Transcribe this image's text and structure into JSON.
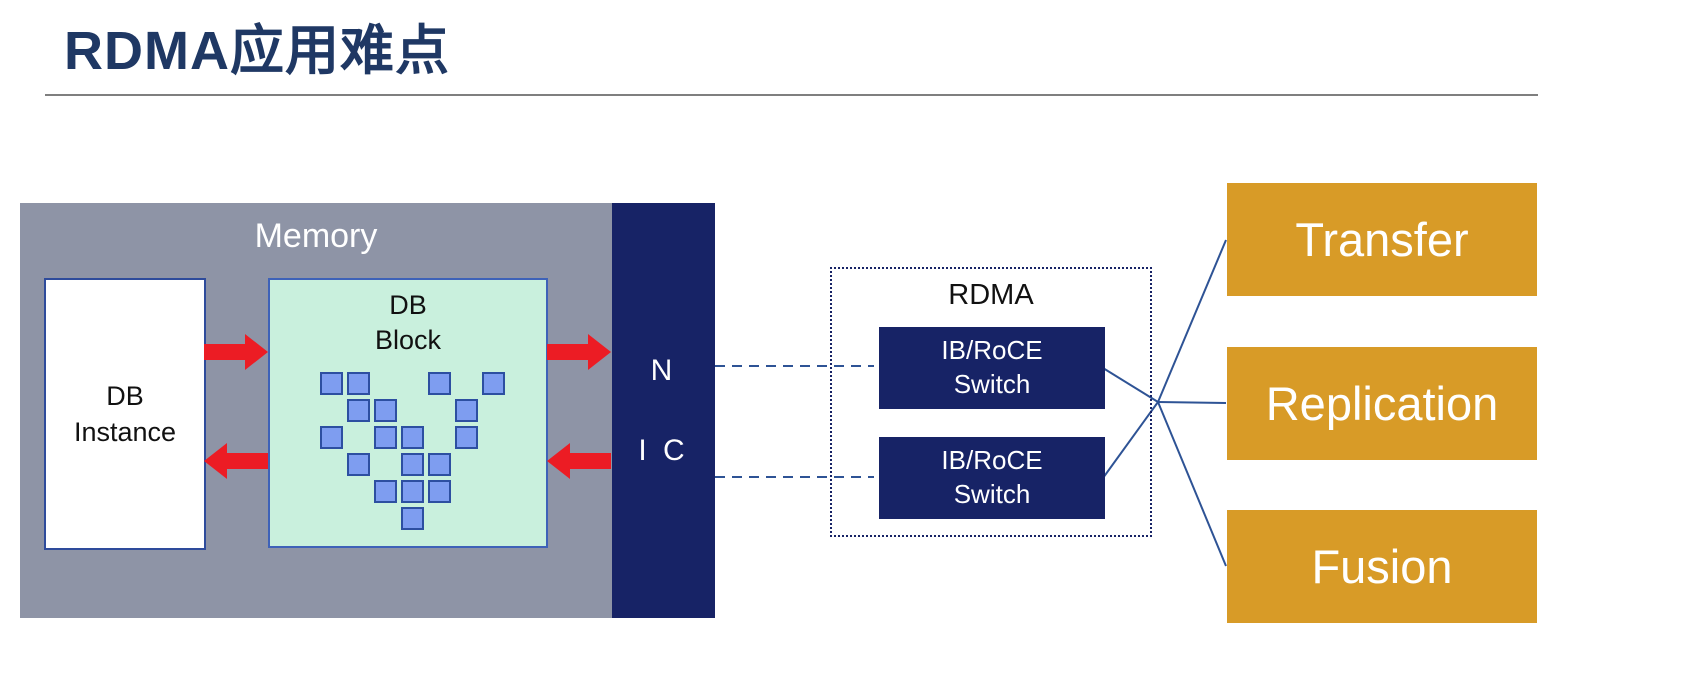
{
  "title": "RDMA应用难点",
  "colors": {
    "title": "#1F3864",
    "divider": "#7F7F7F",
    "memory_box": "#8E94A6",
    "nic_box": "#172366",
    "db_instance_border": "#2E4B9B",
    "db_block_fill": "#C9F0DD",
    "db_block_border": "#3E62B8",
    "square_fill": "#7E9DF0",
    "square_border": "#2D4FA1",
    "arrow_red": "#EC1C24",
    "output_box": "#D89B27",
    "connector": "#2E5395"
  },
  "memory": {
    "label": "Memory"
  },
  "db_instance": {
    "line1": "DB",
    "line2": "Instance"
  },
  "db_block": {
    "line1": "DB",
    "line2": "Block",
    "pattern": [
      [
        0,
        0
      ],
      [
        1,
        0
      ],
      [
        4,
        0
      ],
      [
        6,
        0
      ],
      [
        1,
        1
      ],
      [
        2,
        1
      ],
      [
        5,
        1
      ],
      [
        0,
        2
      ],
      [
        2,
        2
      ],
      [
        3,
        2
      ],
      [
        5,
        2
      ],
      [
        1,
        3
      ],
      [
        3,
        3
      ],
      [
        4,
        3
      ],
      [
        2,
        4
      ],
      [
        3,
        4
      ],
      [
        4,
        4
      ],
      [
        3,
        5
      ]
    ]
  },
  "nic": {
    "line1": "N",
    "line2": "I C"
  },
  "rdma": {
    "label": "RDMA",
    "switch1": {
      "line1": "IB/RoCE",
      "line2": "Switch"
    },
    "switch2": {
      "line1": "IB/RoCE",
      "line2": "Switch"
    }
  },
  "outputs": {
    "transfer": "Transfer",
    "replication": "Replication",
    "fusion": "Fusion"
  }
}
